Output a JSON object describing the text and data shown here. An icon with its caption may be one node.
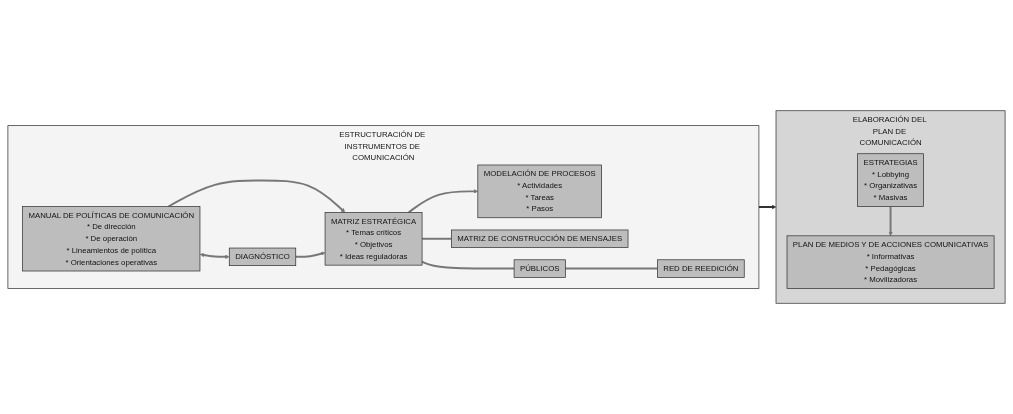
{
  "diagram": {
    "nodes": [
      {
        "text": [
          "ESTRUCTURACIÓN DE INSTRUMENTOS DE COMUNICACIÓN"
        ]
      },
      {
        "text": [
          "MANUAL DE POLÍTICAS DE COMUNICACIÓN",
          "* De dirección",
          "* De operación",
          "* Lineamientos de política",
          "* Orientaciones operativas"
        ],
        "in": 0
      },
      {
        "text": [
          "DIAGNÓSTICO"
        ],
        "in": 0
      },
      {
        "text": [
          "MATRIZ ESTRATÉGICA",
          "* Temas críticos",
          "* Objetivos",
          "* Ideas reguladoras"
        ],
        "in": 0
      },
      {
        "text": [
          "MODELACIÓN DE PROCESOS",
          "* Actividades",
          "* Tareas",
          "* Pasos"
        ],
        "in": 0
      },
      {
        "text": [
          "MATRIZ DE CONSTRUCCIÓN DE MENSAJES"
        ],
        "in": 0
      },
      {
        "text": [
          "PÚBLICOS"
        ],
        "in": 0
      },
      {
        "text": [
          "RED DE REEDICIÓN"
        ],
        "in": 0
      },
      {
        "text": [
          "ELABORACIÓN DEL PLAN DE COMUNICACIÓN"
        ]
      },
      {
        "text": [
          "ESTRATEGIAS",
          "* Lobbying",
          "* Organizativas",
          "* Masivas"
        ],
        "in": 8
      },
      {
        "text": [
          "PLAN DE MEDIOS Y DE ACCIONES COMUNICATIVAS",
          "* Informativas",
          "* Pedagógicas",
          "* Movilizadoras"
        ],
        "in": 8
      }
    ],
    "edges": [
      {
        "from": 1,
        "to": 2,
        "arrow": "both"
      },
      {
        "from": 1,
        "to": 3,
        "arrow": "to"
      },
      {
        "from": 2,
        "to": 3,
        "arrow": "to"
      },
      {
        "from": 3,
        "to": 4,
        "arrow": "to"
      },
      {
        "from": 3,
        "to": 5,
        "arrow": "none"
      },
      {
        "from": 3,
        "to": 6,
        "arrow": "none"
      },
      {
        "from": 6,
        "to": 7,
        "arrow": "none"
      },
      {
        "from": 0,
        "to": 8,
        "arrow": "to",
        "color": "#333333"
      },
      {
        "from": 9,
        "to": 10,
        "arrow": "to"
      }
    ]
  }
}
